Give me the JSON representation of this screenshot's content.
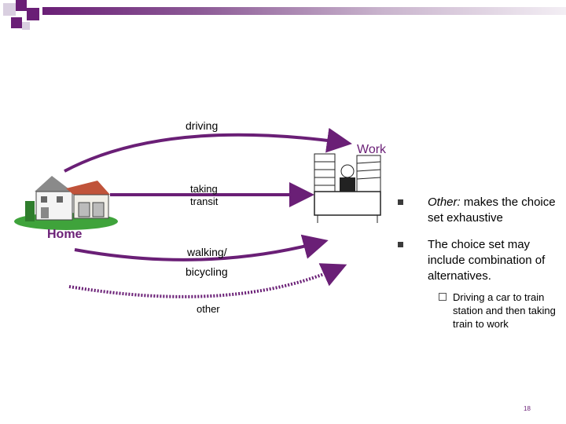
{
  "labels": {
    "driving": "driving",
    "work": "Work",
    "home": "Home",
    "taking_transit": "taking\ntransit",
    "walking": "walking/",
    "bicycling": "bicycling",
    "other": "other"
  },
  "bullets": [
    {
      "emphasis": "Other:",
      "text": " makes the choice set exhaustive"
    },
    {
      "emphasis": "",
      "text": "The choice set may include combination of alternatives."
    }
  ],
  "sub_bullet": "Driving a car to train station and then taking train to work",
  "page_number": "18",
  "colors": {
    "accent": "#6a1f76",
    "arrow": "#6a1f76"
  },
  "icons": [
    "house-illustration",
    "office-worker-illustration"
  ]
}
